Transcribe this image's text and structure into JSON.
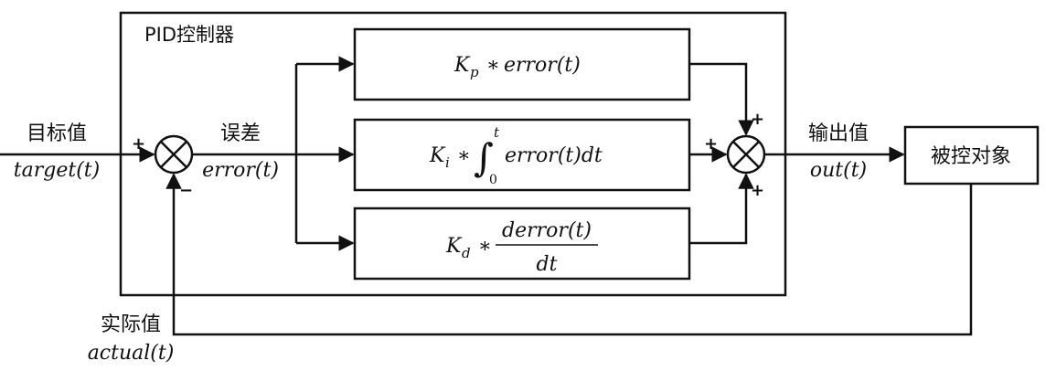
{
  "controller": {
    "title": "PID控制器"
  },
  "input": {
    "label_cn": "目标值",
    "label_math": "target(t)"
  },
  "error": {
    "label_cn": "误差",
    "label_math": "error(t)"
  },
  "output": {
    "label_cn": "输出值",
    "label_math": "out(t)"
  },
  "feedback": {
    "label_cn": "实际值",
    "label_math": "actual(t)"
  },
  "plant": {
    "label": "被控对象"
  },
  "terms": {
    "p": {
      "coef": "K",
      "sub": "p",
      "op": "∗",
      "expr": "error(t)"
    },
    "i": {
      "coef": "K",
      "sub": "i",
      "op": "∗",
      "integral": "∫",
      "upper": "t",
      "lower": "0",
      "expr": "error(t)dt"
    },
    "d": {
      "coef": "K",
      "sub": "d",
      "op": "∗",
      "num": "derror(t)",
      "den": "dt"
    }
  },
  "signs": {
    "input_sum_plus": "+",
    "input_sum_minus": "−",
    "out_sum_top": "+",
    "out_sum_left": "+",
    "out_sum_bottom": "+"
  }
}
